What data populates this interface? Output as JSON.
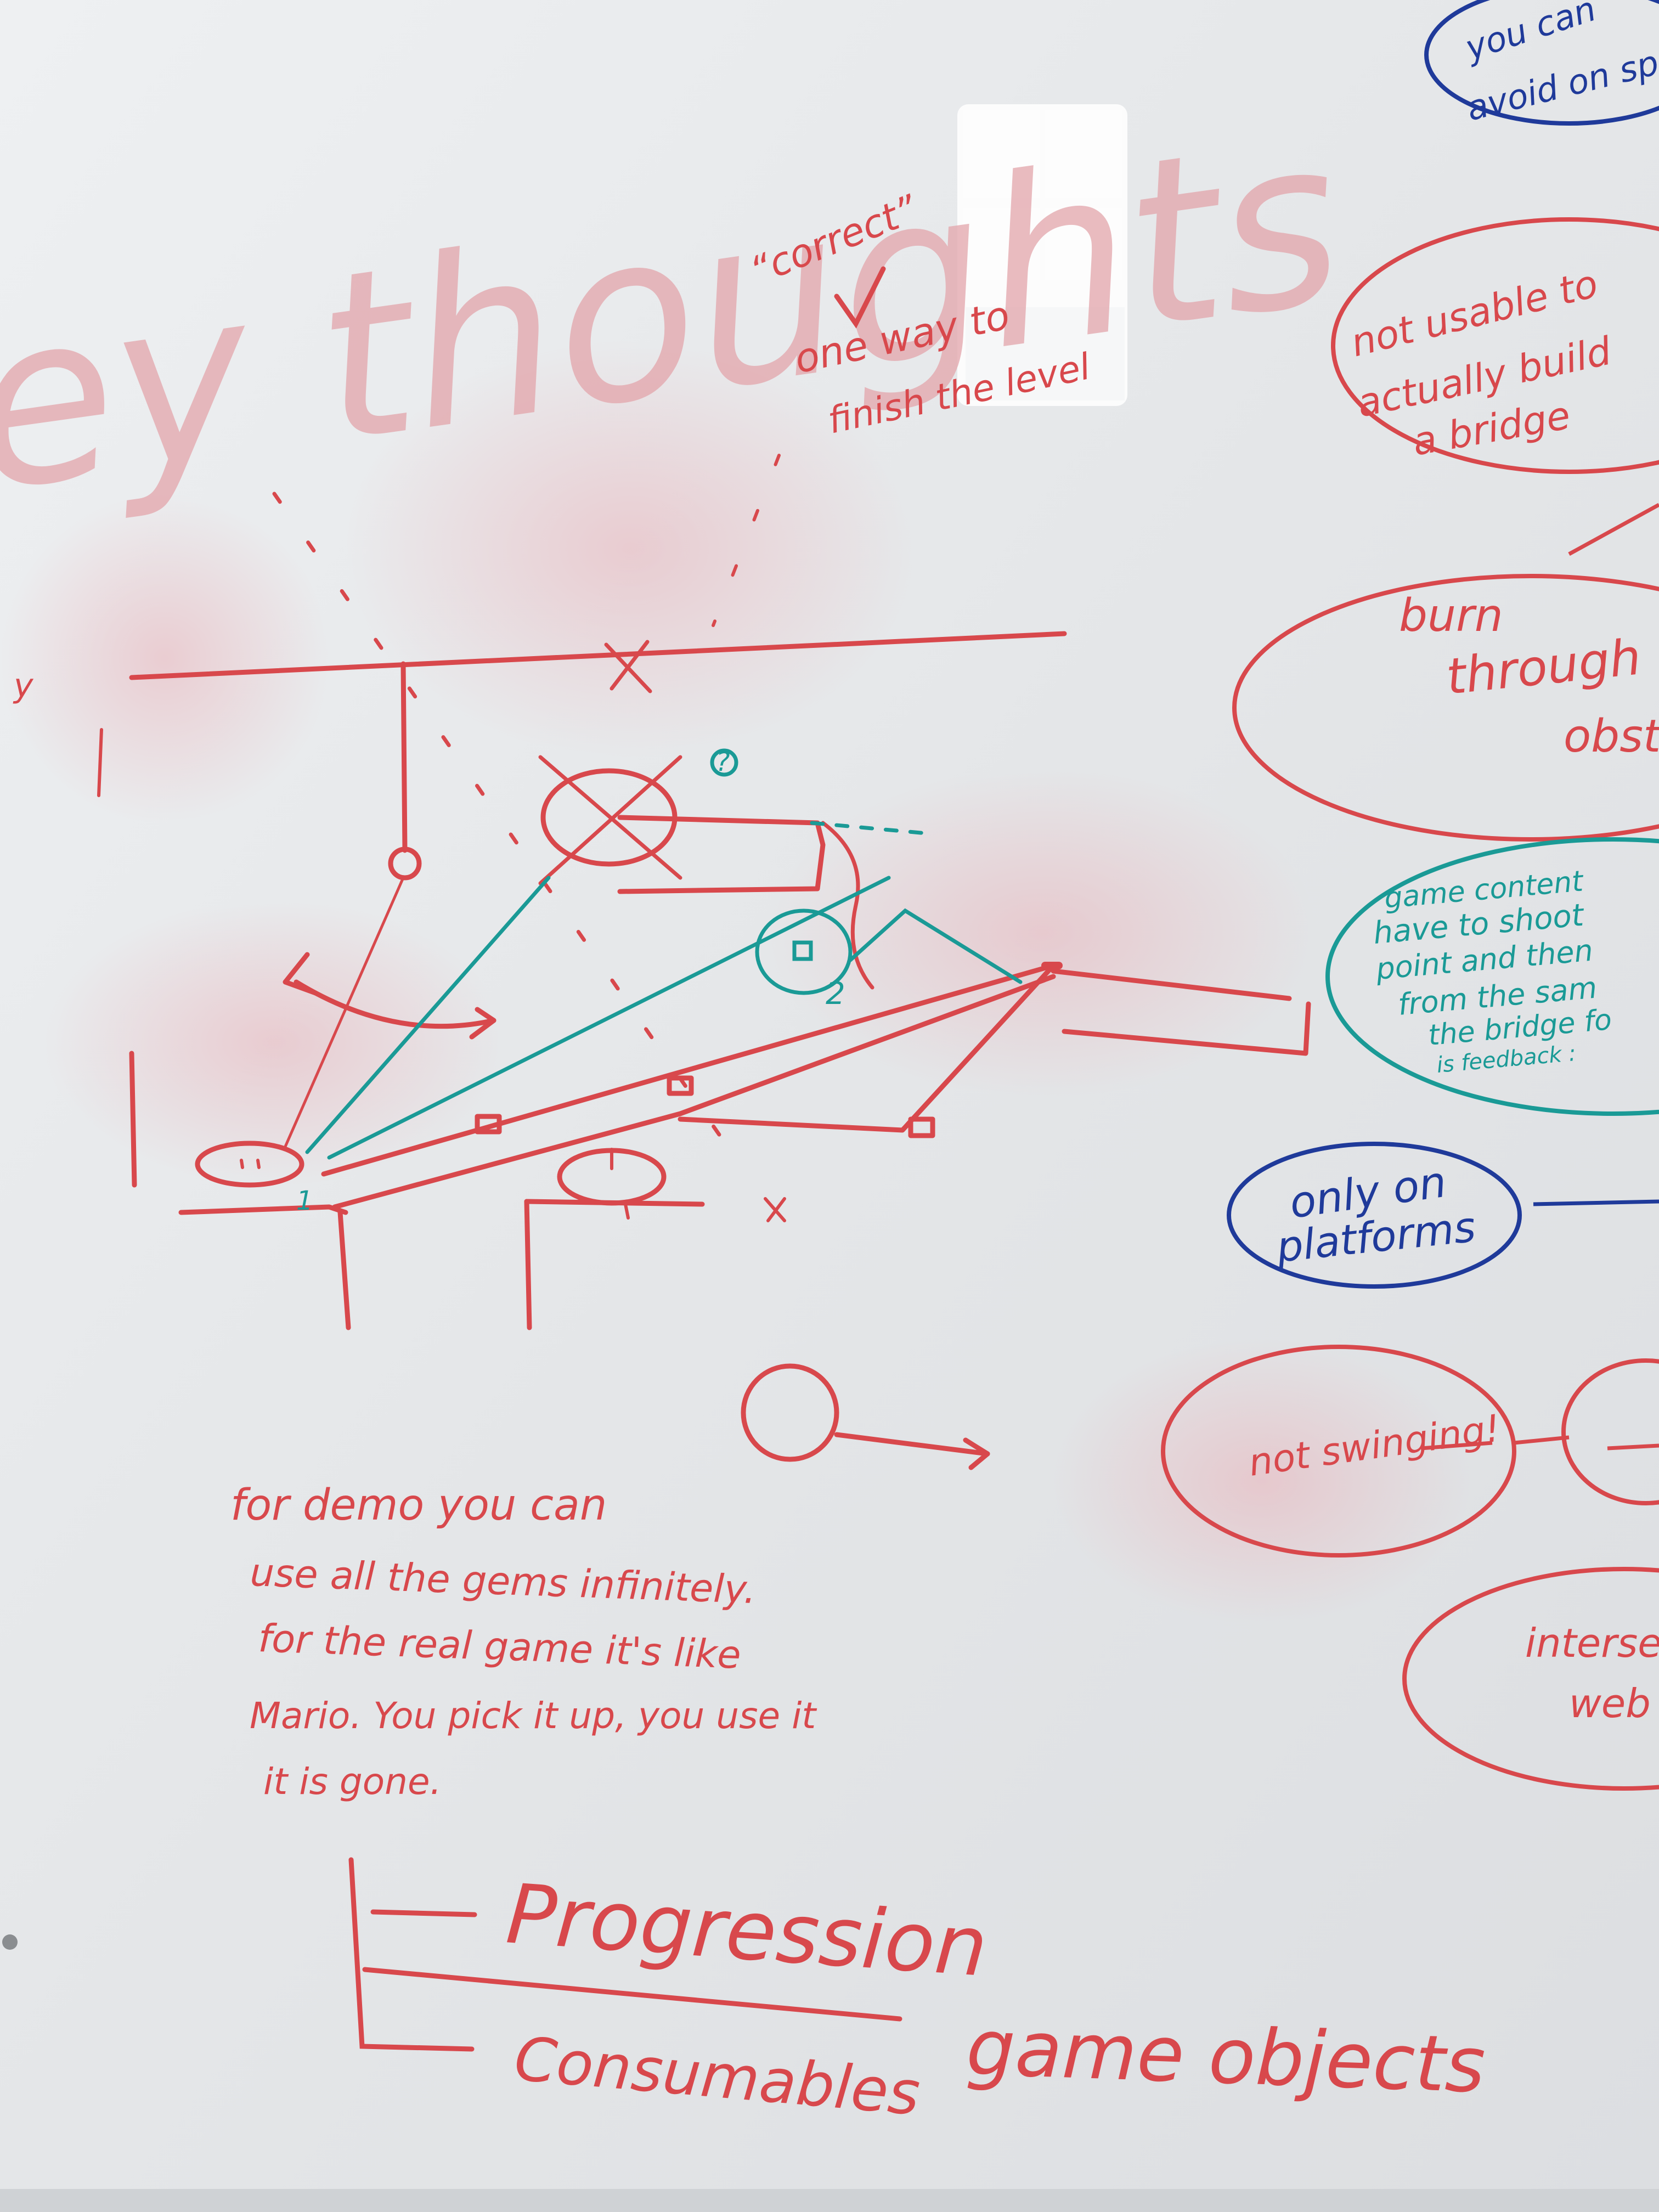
{
  "colors": {
    "board": "#e6e8ea",
    "red": "#d8484c",
    "teal": "#1a9a96",
    "blue": "#1f3a9a",
    "smudge": "#e9b9bf"
  },
  "heading": {
    "faded_title": "ey thoughts"
  },
  "diagram": {
    "note_correct": [
      "“correct”",
      "one way to",
      "finish the level"
    ],
    "label_y": "y",
    "teal_mark": "?",
    "platform_num_1": "1",
    "platform_num_2": "2"
  },
  "bubbles": {
    "top_right": [
      "you can",
      "avoid on spe"
    ],
    "not_usable": [
      "not usable to",
      "actually build",
      "a bridge"
    ],
    "burn": [
      "burn",
      "through",
      "obst"
    ],
    "game_content": [
      "game content",
      "have to shoot",
      "point and then",
      "from the sam",
      "the bridge fo",
      "is feedback :"
    ],
    "only_platforms": [
      "only on",
      "platforms"
    ],
    "not_swinging": "not swinging!",
    "intersect": [
      "intersect",
      "web"
    ]
  },
  "notes": {
    "demo_text": [
      "for demo you can",
      "use all the gems infinitely.",
      "for the real game it's like",
      "Mario. You pick it up, you use it",
      "it is gone."
    ],
    "tree_progression": "Progression",
    "tree_consumables": "Consumables",
    "tree_game_objects": "game objects"
  }
}
